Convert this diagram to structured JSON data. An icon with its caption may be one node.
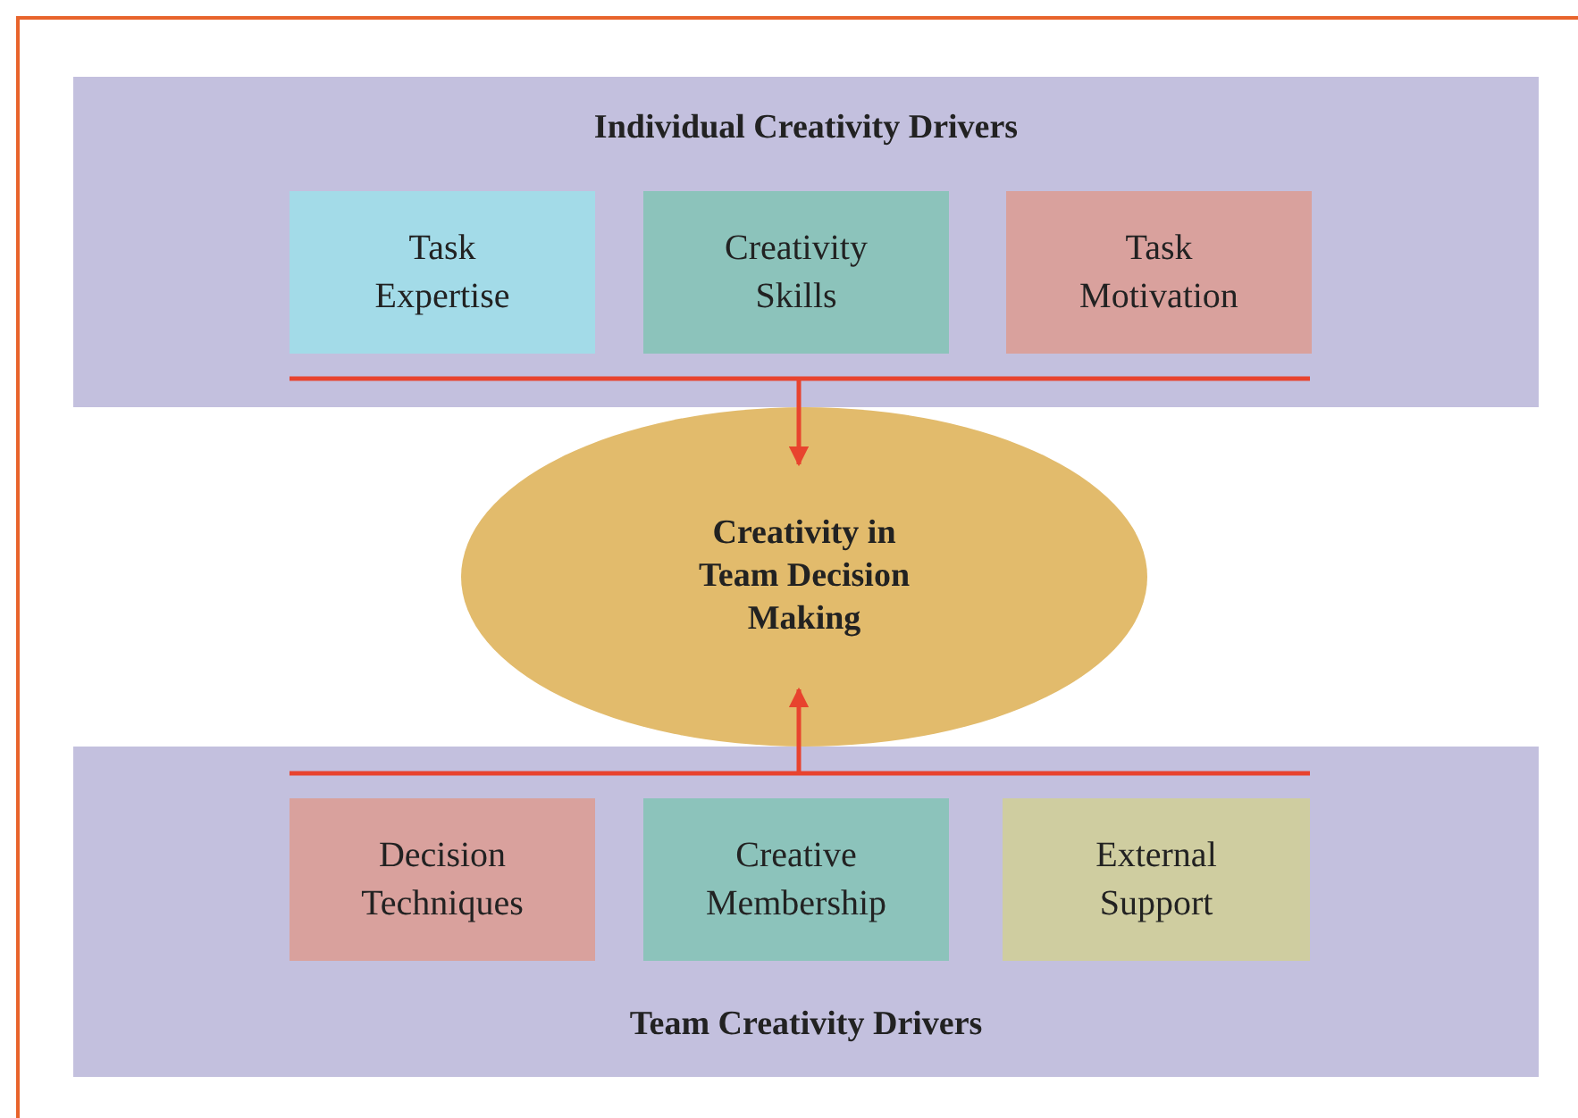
{
  "diagram": {
    "nodes": [
      {
        "text": [
          "Individual Creativity Drivers"
        ]
      },
      {
        "text": [
          "Task Expertise"
        ],
        "in": 0
      },
      {
        "text": [
          "Creativity Skills"
        ],
        "in": 0
      },
      {
        "text": [
          "Task Motivation"
        ],
        "in": 0
      },
      {
        "text": [
          "Creativity in Team Decision Making"
        ]
      },
      {
        "text": [
          "Team Creativity Drivers"
        ]
      },
      {
        "text": [
          "Decision Techniques"
        ],
        "in": 5
      },
      {
        "text": [
          "Creative Membership"
        ],
        "in": 5
      },
      {
        "text": [
          "External Support"
        ],
        "in": 5
      }
    ],
    "edges": [
      {
        "from": 0,
        "to": 4,
        "arrow": "to"
      },
      {
        "from": 5,
        "to": 4,
        "arrow": "to"
      }
    ]
  }
}
